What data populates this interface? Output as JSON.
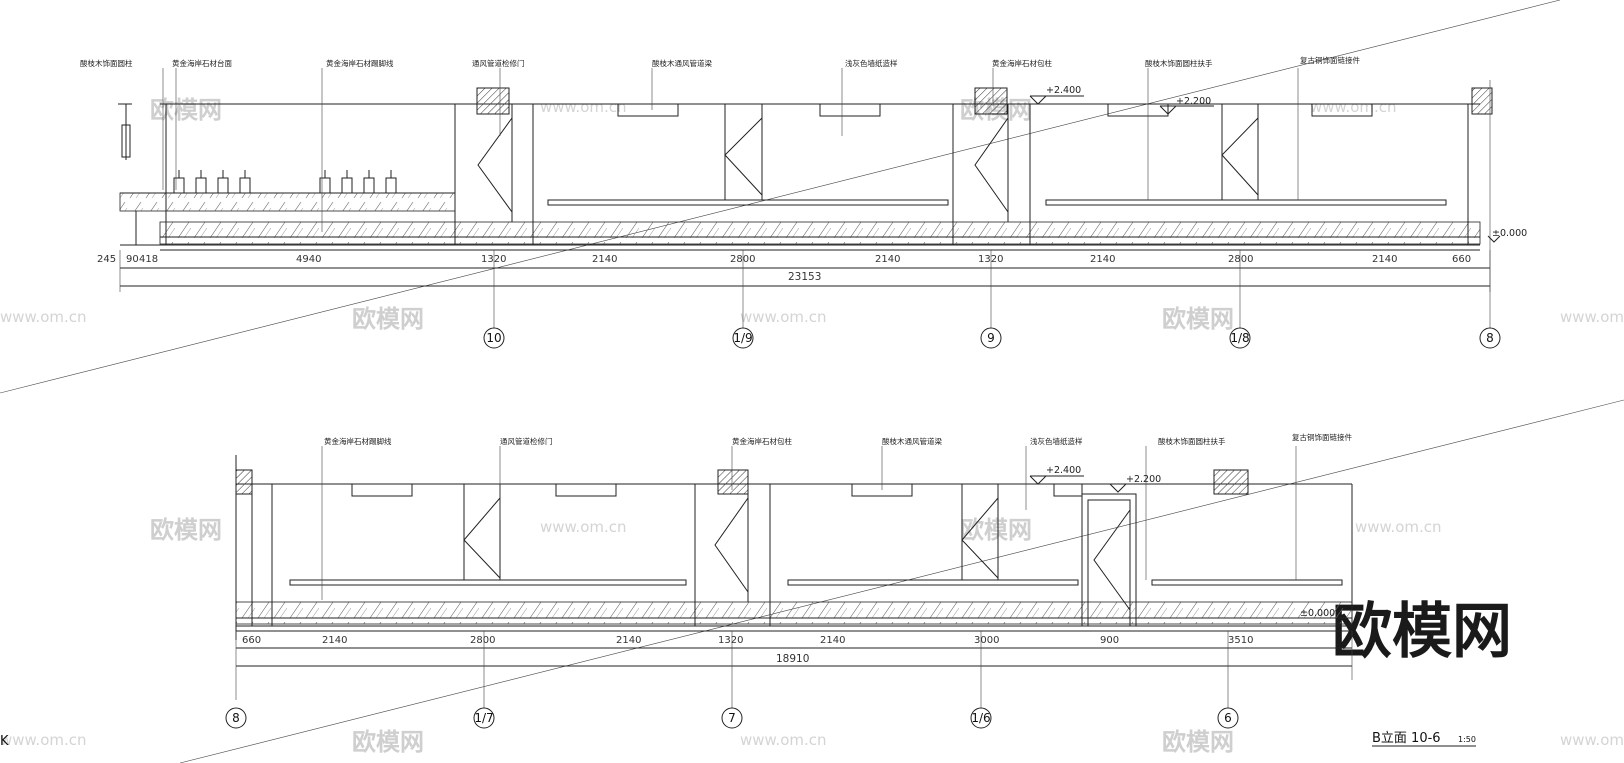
{
  "drawing": {
    "title": "B立面 10-6",
    "scale": "1:50",
    "watermark_main": "欧模网",
    "watermark_url": "www.om.cn",
    "side_mark": "K"
  },
  "top_elevation": {
    "annotations": [
      "酸枝木饰面圆柱",
      "黄金海岸石材台面",
      "黄金海岸石材踢脚线",
      "通风管道检修门",
      "酸枝木通风管道梁",
      "浅灰色墙纸造样",
      "黄金海岸石材包柱",
      "酸枝木饰面圆柱扶手",
      "复古铜饰面链接件"
    ],
    "levels": [
      "+2.400",
      "+2.200",
      "±0.000"
    ],
    "dims": [
      "245",
      "90",
      "418",
      "4940",
      "1320",
      "2140",
      "2800",
      "2140",
      "1320",
      "2140",
      "2800",
      "2140",
      "660"
    ],
    "total": "23153",
    "axes": [
      "10",
      "1/9",
      "9",
      "1/8",
      "8"
    ]
  },
  "bottom_elevation": {
    "annotations": [
      "黄金海岸石材踢脚线",
      "通风管道检修门",
      "黄金海岸石材包柱",
      "酸枝木通风管道梁",
      "浅灰色墙纸造样",
      "酸枝木饰面圆柱扶手",
      "复古铜饰面链接件"
    ],
    "levels": [
      "+2.400",
      "+2.200",
      "±0.000"
    ],
    "dims": [
      "660",
      "2140",
      "2800",
      "2140",
      "1320",
      "2140",
      "3000",
      "900",
      "3510"
    ],
    "total": "18910",
    "axes": [
      "8",
      "1/7",
      "7",
      "1/6",
      "6"
    ]
  }
}
